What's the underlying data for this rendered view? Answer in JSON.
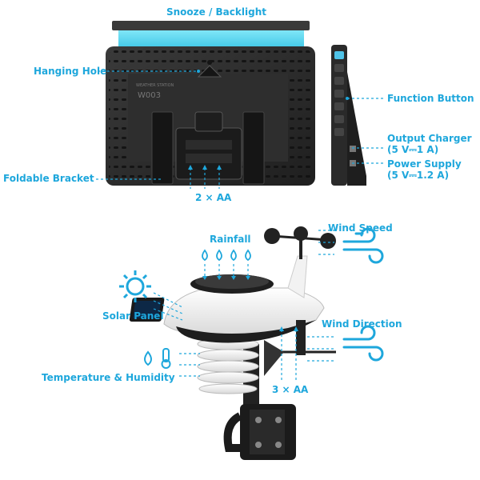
{
  "labels": {
    "snooze_backlight": "Snooze / Backlight",
    "hanging_hole": "Hanging Hole",
    "function_button": "Function Button",
    "output_charger_title": "Output Charger",
    "output_charger_spec": "(5 V⎓1 A)",
    "power_supply_title": "Power Supply",
    "power_supply_spec": "(5 V⎓1.2 A)",
    "foldable_bracket": "Foldable Bracket",
    "batteries_display": "2 × AA",
    "rainfall": "Rainfall",
    "wind_speed": "Wind Speed",
    "solar_panel": "Solar Panel",
    "wind_direction": "Wind Direction",
    "temperature_humidity": "Temperature & Humidity",
    "batteries_sensor": "3 × AA"
  },
  "device_text": {
    "model": "W003",
    "brand_small": "WEATHER STATION"
  },
  "colors": {
    "accent": "#1ea7dc",
    "backlight": "#4fd6f0",
    "device_body": "#2b2b2b",
    "device_edge": "#1a1a1a"
  }
}
